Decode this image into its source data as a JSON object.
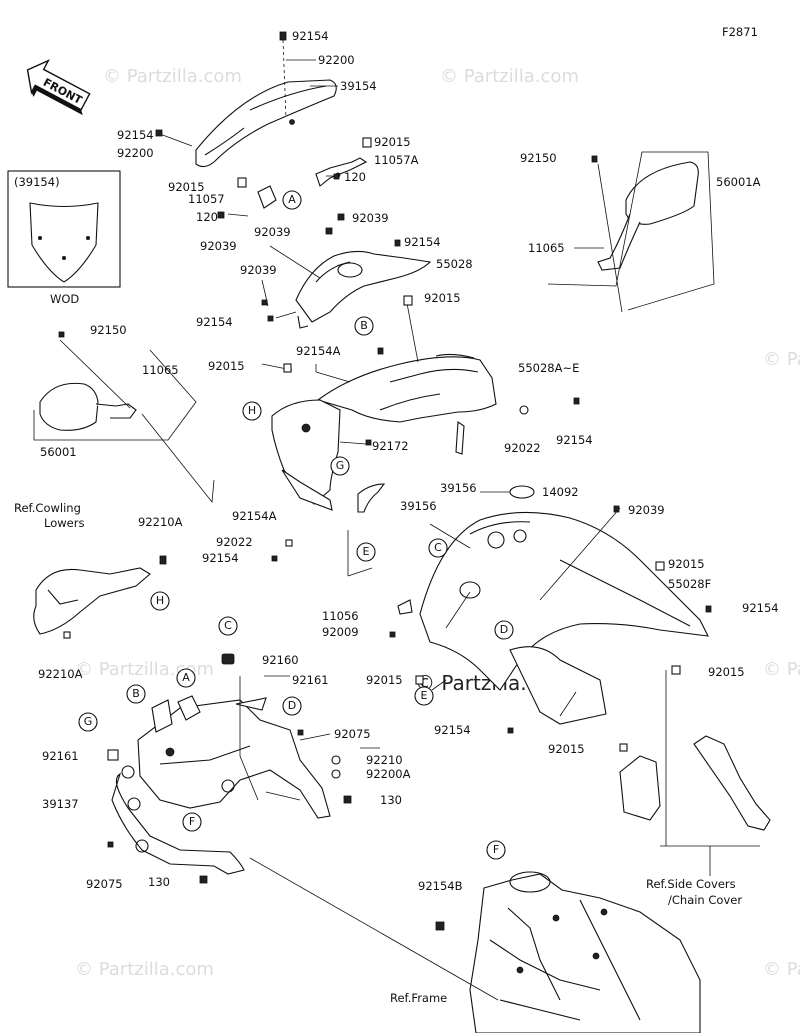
{
  "figure_code": "F2871",
  "front_label": "FRONT",
  "watermark": "© Partzilla.com",
  "inset": {
    "title": "(39154)",
    "caption": "WOD"
  },
  "callouts": [
    "A",
    "B",
    "C",
    "D",
    "E",
    "F",
    "G",
    "H"
  ],
  "part_labels": {
    "p92154_top": "92154",
    "p92200_top": "92200",
    "p39154": "39154",
    "p92154_l": "92154",
    "p92200_l": "92200",
    "p92015_a": "92015",
    "p11057A": "11057A",
    "p92015_b": "92015",
    "p120_a": "120",
    "p11057": "11057",
    "p120_b": "120",
    "p92150_r": "92150",
    "p56001A": "56001A",
    "p11065_r": "11065",
    "p92039_a": "92039",
    "p92039_b": "92039",
    "p92039_c": "92039",
    "p92154_c": "92154",
    "p55028": "55028",
    "p92039_d": "92039",
    "p92015_c": "92015",
    "p92154_d": "92154",
    "p92150_l": "92150",
    "p11065_l": "11065",
    "p92154A_a": "92154A",
    "p92015_d": "92015",
    "p55028AE": "55028A~E",
    "p92022_a": "92022",
    "p92154_e": "92154",
    "p92172": "92172",
    "p56001": "56001",
    "p39156_a": "39156",
    "p14092": "14092",
    "p92154A_b": "92154A",
    "p39156_b": "39156",
    "p92039_e": "92039",
    "p92022_b": "92022",
    "p92154_f": "92154",
    "p92210A_a": "92210A",
    "ref_cowling": "Ref.Cowling",
    "ref_cowling2": "Lowers",
    "p92015_e": "92015",
    "p55028F": "55028F",
    "p92154_g": "92154",
    "p11056": "11056",
    "p92009": "92009",
    "p92015_f": "92015",
    "p92210A_b": "92210A",
    "p92160": "92160",
    "p92161_a": "92161",
    "p92015_g": "92015",
    "p92154_h": "92154",
    "p92015_h": "92015",
    "p92075_a": "92075",
    "p92210": "92210",
    "p92200A": "92200A",
    "p92161_b": "92161",
    "p39137": "39137",
    "p130_a": "130",
    "p92075_b": "92075",
    "p130_b": "130",
    "p92154B": "92154B",
    "ref_side": "Ref.Side Covers",
    "ref_side2": "/Chain Cover",
    "ref_frame": "Ref.Frame"
  }
}
